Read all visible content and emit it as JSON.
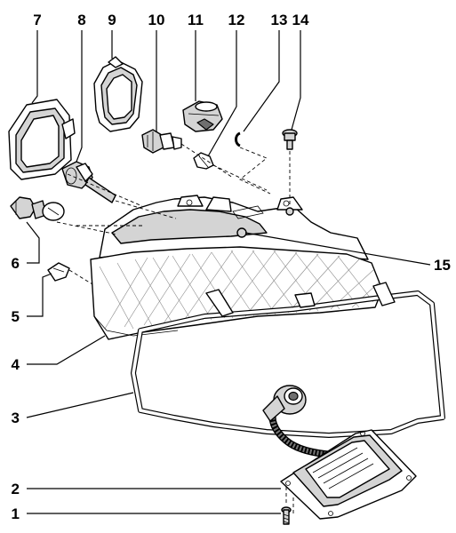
{
  "callouts": [
    {
      "id": "1",
      "text": "1",
      "part": "screw"
    },
    {
      "id": "2",
      "text": "2",
      "part": "control-unit"
    },
    {
      "id": "3",
      "text": "3",
      "part": "seal"
    },
    {
      "id": "4",
      "text": "4",
      "part": "headlight-housing"
    },
    {
      "id": "5",
      "text": "5",
      "part": "clip"
    },
    {
      "id": "6",
      "text": "6",
      "part": "indicator-bulb"
    },
    {
      "id": "7",
      "text": "7",
      "part": "cover"
    },
    {
      "id": "8",
      "text": "8",
      "part": "bulb"
    },
    {
      "id": "9",
      "text": "9",
      "part": "cover"
    },
    {
      "id": "10",
      "text": "10",
      "part": "bulb"
    },
    {
      "id": "11",
      "text": "11",
      "part": "adjuster-motor"
    },
    {
      "id": "12",
      "text": "12",
      "part": "side-light-bulb"
    },
    {
      "id": "13",
      "text": "13",
      "part": "clip"
    },
    {
      "id": "14",
      "text": "14",
      "part": "screw"
    },
    {
      "id": "15",
      "text": "15",
      "part": "screw"
    }
  ]
}
